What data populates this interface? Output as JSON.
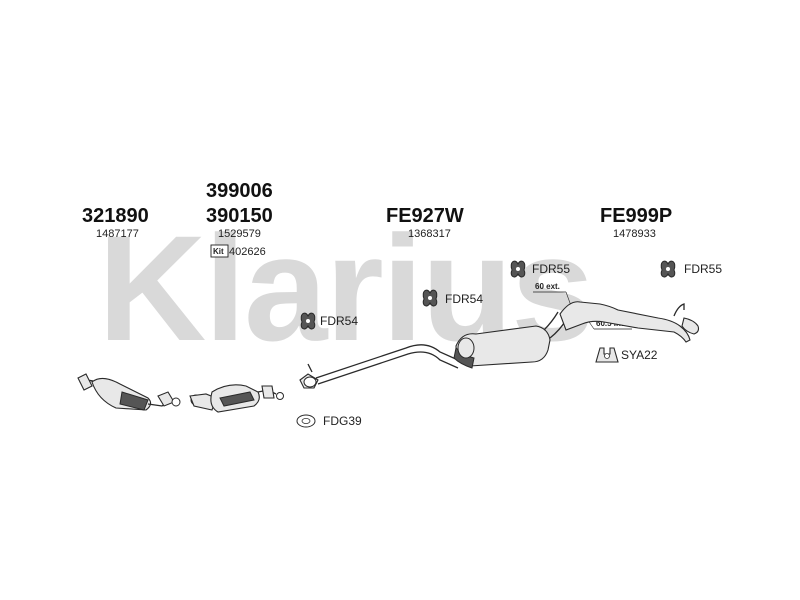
{
  "watermark": "Klarius",
  "parts": {
    "p1": {
      "number": "321890",
      "ref": "1487177"
    },
    "p2": {
      "number_top": "399006",
      "number": "390150",
      "ref": "1529579",
      "kit_badge": "Kit",
      "kit_ref": "402626"
    },
    "p3": {
      "number": "FE927W",
      "ref": "1368317"
    },
    "p4": {
      "number": "FE999P",
      "ref": "1478933"
    }
  },
  "fittings": {
    "fdr54_a": "FDR54",
    "fdr54_b": "FDR54",
    "fdr55_a": "FDR55",
    "fdr55_b": "FDR55",
    "sya22": "SYA22",
    "fdg39": "FDG39"
  },
  "dimensions": {
    "ext": "60 ext.",
    "int": "60.5 int."
  },
  "icons": {
    "rubber_mount": "rubber-mount-icon",
    "bracket": "bracket-icon",
    "gasket": "gasket-icon"
  }
}
